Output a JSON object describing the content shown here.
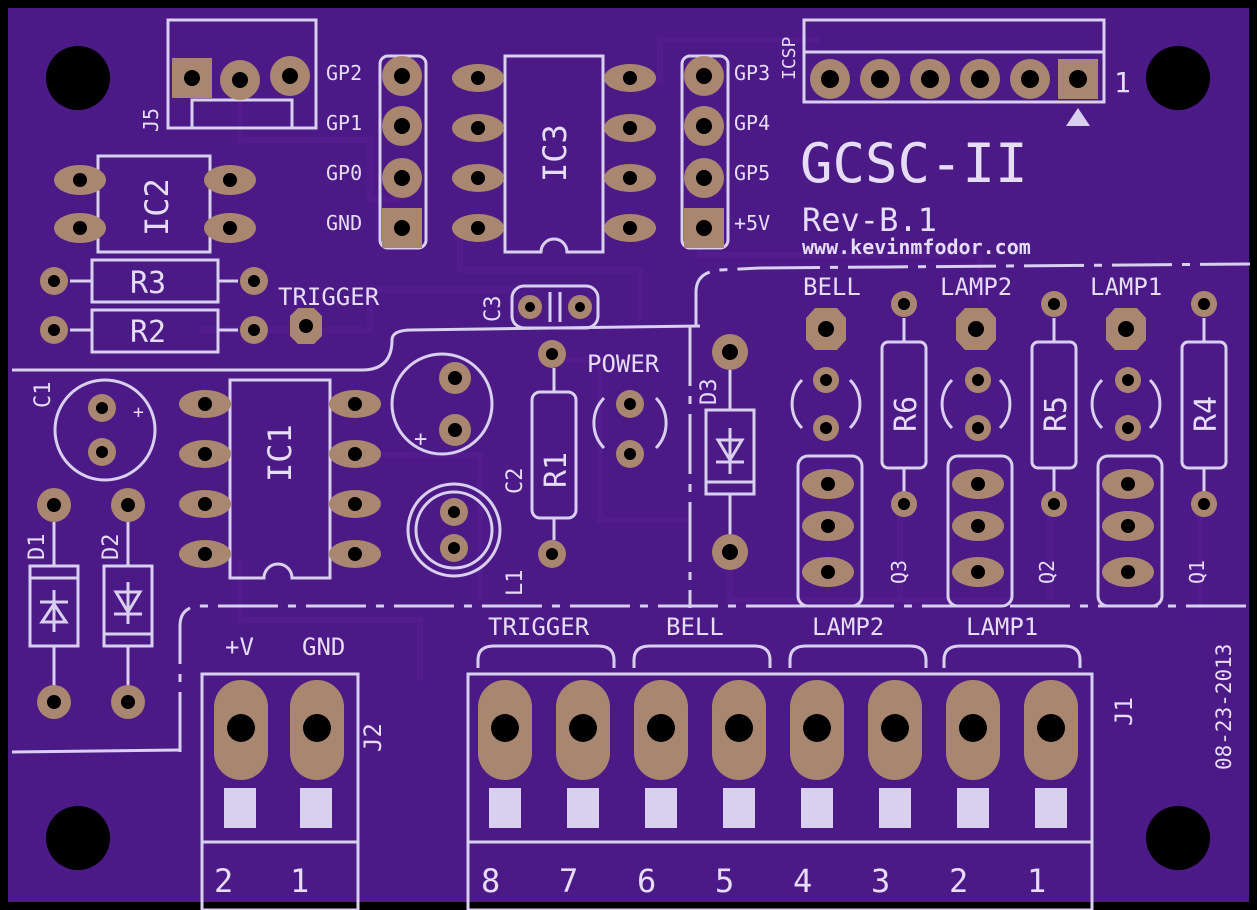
{
  "board": {
    "title": "GCSC-II",
    "revision": "Rev-B.1",
    "website": "www.kevinmfodor.com",
    "date": "08-23-2013",
    "colors": {
      "background": "#ffffff",
      "substrate": "#4b1a86",
      "edge": "#000000",
      "silkscreen": "#d9cfee",
      "pad": "#a9866f",
      "drill": "#000000"
    }
  },
  "icsp": {
    "label": "ICSP",
    "pin1": "1"
  },
  "components": {
    "ic1": "IC1",
    "ic2": "IC2",
    "ic3": "IC3",
    "r1": "R1",
    "r2": "R2",
    "r3": "R3",
    "r4": "R4",
    "r5": "R5",
    "r6": "R6",
    "c1": "C1",
    "c2": "C2",
    "c3": "C3",
    "l1": "L1",
    "d1": "D1",
    "d2": "D2",
    "d3": "D3",
    "q1": "Q1",
    "q2": "Q2",
    "q3": "Q3",
    "j1": "J1",
    "j2": "J2",
    "j5": "J5"
  },
  "pin_labels": {
    "gp2": "GP2",
    "gp1": "GP1",
    "gp0": "GP0",
    "gnd": "GND",
    "gp3": "GP3",
    "gp4": "GP4",
    "gp5": "GP5",
    "plus5v": "+5V"
  },
  "section_labels": {
    "trigger": "TRIGGER",
    "power": "POWER",
    "bell": "BELL",
    "lamp2": "LAMP2",
    "lamp1": "LAMP1"
  },
  "j2": {
    "labels": [
      "+V",
      "GND"
    ],
    "pins": [
      "2",
      "1"
    ]
  },
  "j1": {
    "labels": [
      "TRIGGER",
      "BELL",
      "LAMP2",
      "LAMP1"
    ],
    "pins": [
      "8",
      "7",
      "6",
      "5",
      "4",
      "3",
      "2",
      "1"
    ]
  },
  "polarity": {
    "plus": "+"
  }
}
